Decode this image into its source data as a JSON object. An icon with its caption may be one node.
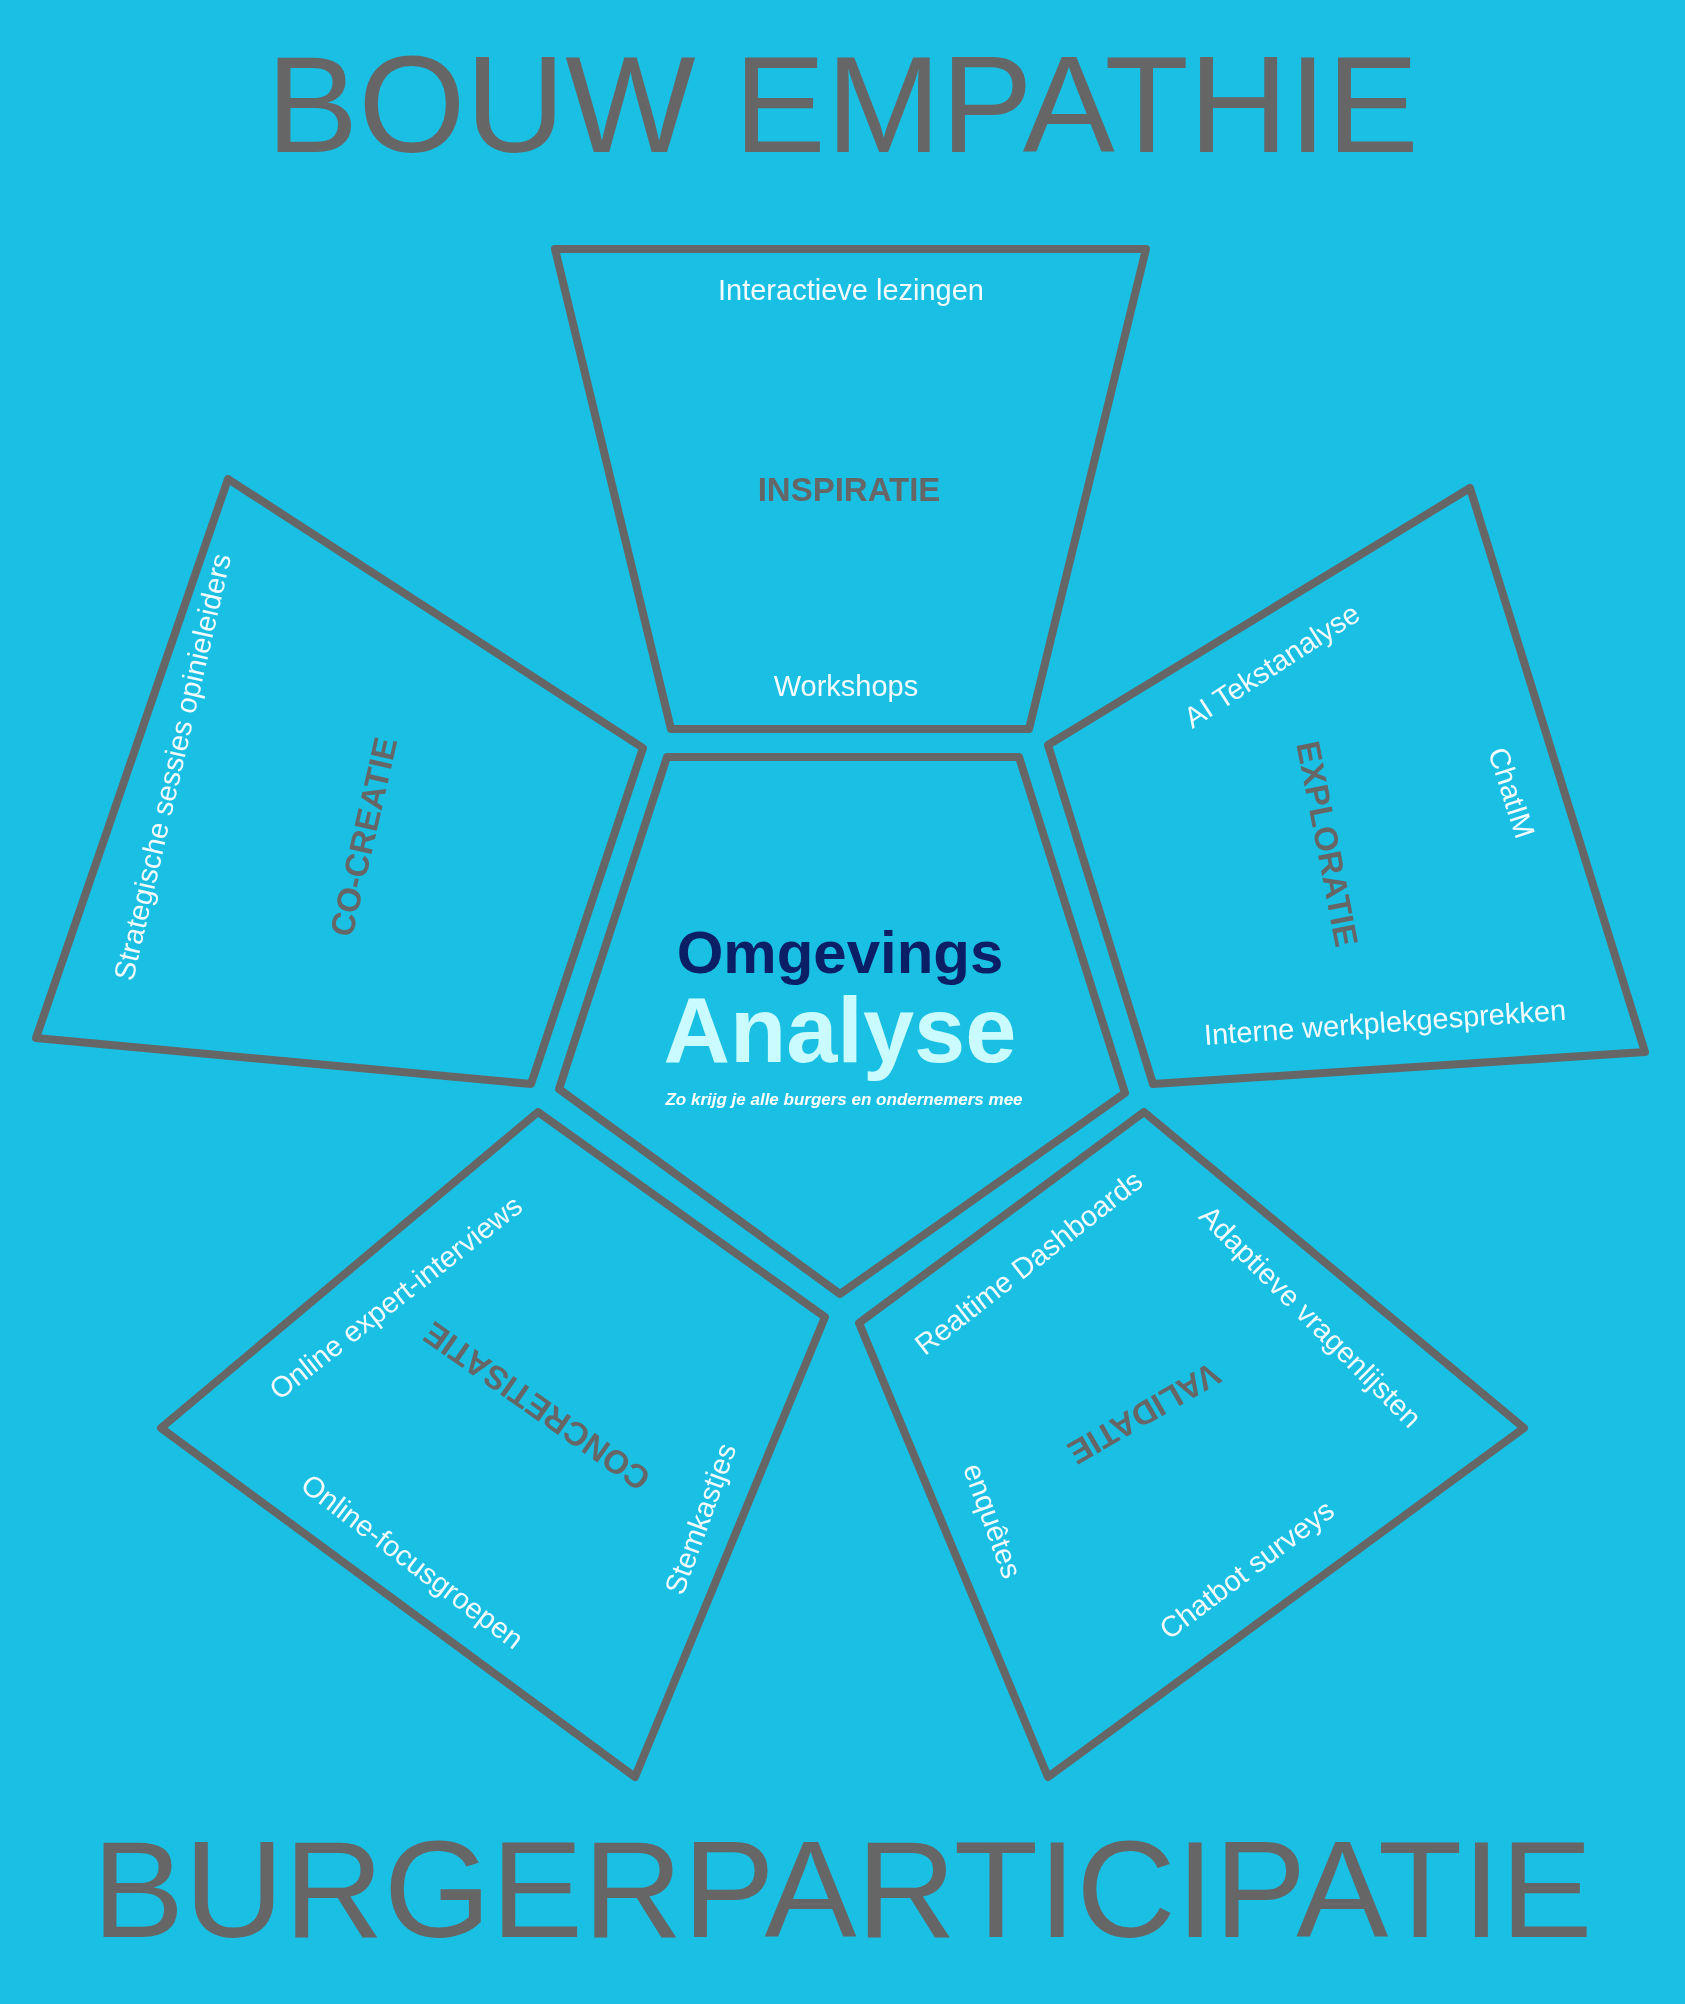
{
  "diagram": {
    "title": "BOUW EMPATHIE",
    "caption": "BURGERPARTICIPATIE",
    "nodes": [
      {
        "text": [
          "Interactieve lezingen",
          "INSPIRATIE",
          "Workshops"
        ]
      },
      {
        "text": [
          "Strategische sessies opinieleiders",
          "CO-CREATIE"
        ]
      },
      {
        "text": [
          "Omgevings",
          "Analyse",
          "Zo krijg je alle burgers en ondernemers mee"
        ]
      },
      {
        "text": [
          "AI Tekstanalyse",
          "EXPLORATIE",
          "ChatIM",
          "Interne werkplekgesprekken"
        ]
      },
      {
        "text": [
          "Online expert-interviews",
          "CONCRETISATIE",
          "Online-focusgroepen",
          "Stemkastjes"
        ]
      },
      {
        "text": [
          "Realtime Dashboards",
          "Adaptieve vragenlijsten",
          "VALIDATIE",
          "enquêtes",
          "Chatbot surveys"
        ]
      }
    ],
    "edges": []
  }
}
